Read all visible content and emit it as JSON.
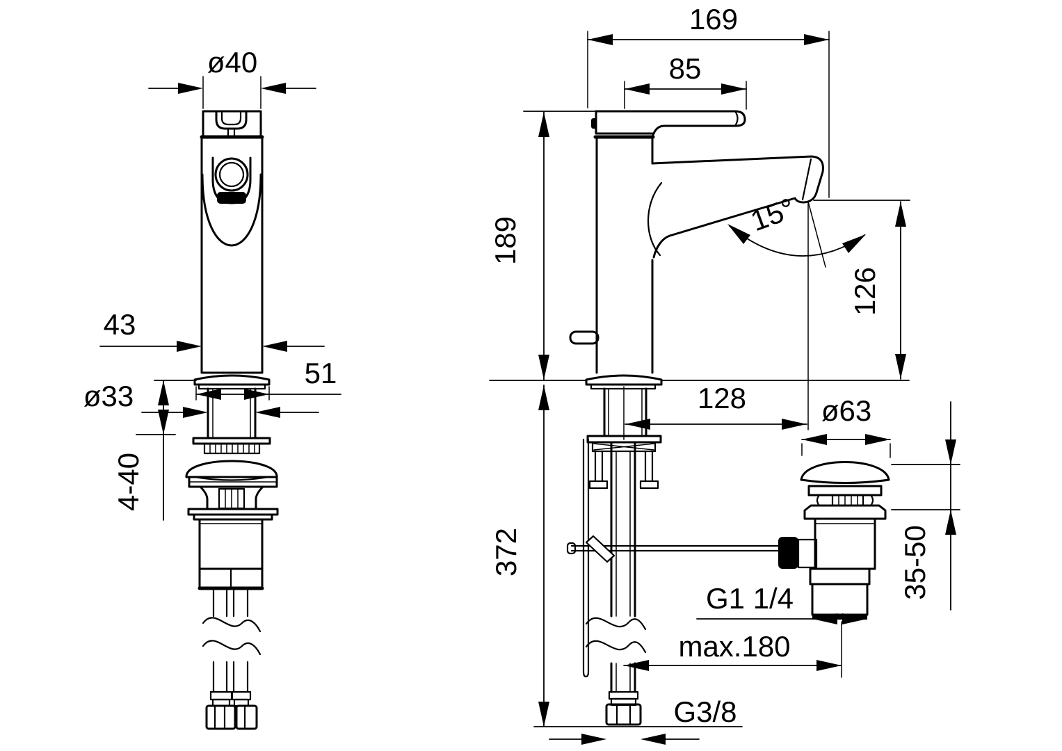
{
  "colors": {
    "line": "#000000",
    "background": "#ffffff"
  },
  "dims": {
    "front_head_width": "ø40",
    "front_body_width": "43",
    "front_base_depth": "51",
    "front_shank_diameter": "ø33",
    "front_deck_range": "4-40",
    "side_total_depth": "169",
    "side_handle_length": "85",
    "side_height_above_deck": "189",
    "side_spout_angle": "15°",
    "side_spout_height": "126",
    "side_spout_reach": "128",
    "side_waste_cap_diameter": "ø63",
    "side_total_height_below": "372",
    "side_waste_thread": "G1 1/4",
    "side_basin_thickness_range": "35-50",
    "side_max_drain_distance": "max.180",
    "side_supply_thread": "G3/8"
  }
}
